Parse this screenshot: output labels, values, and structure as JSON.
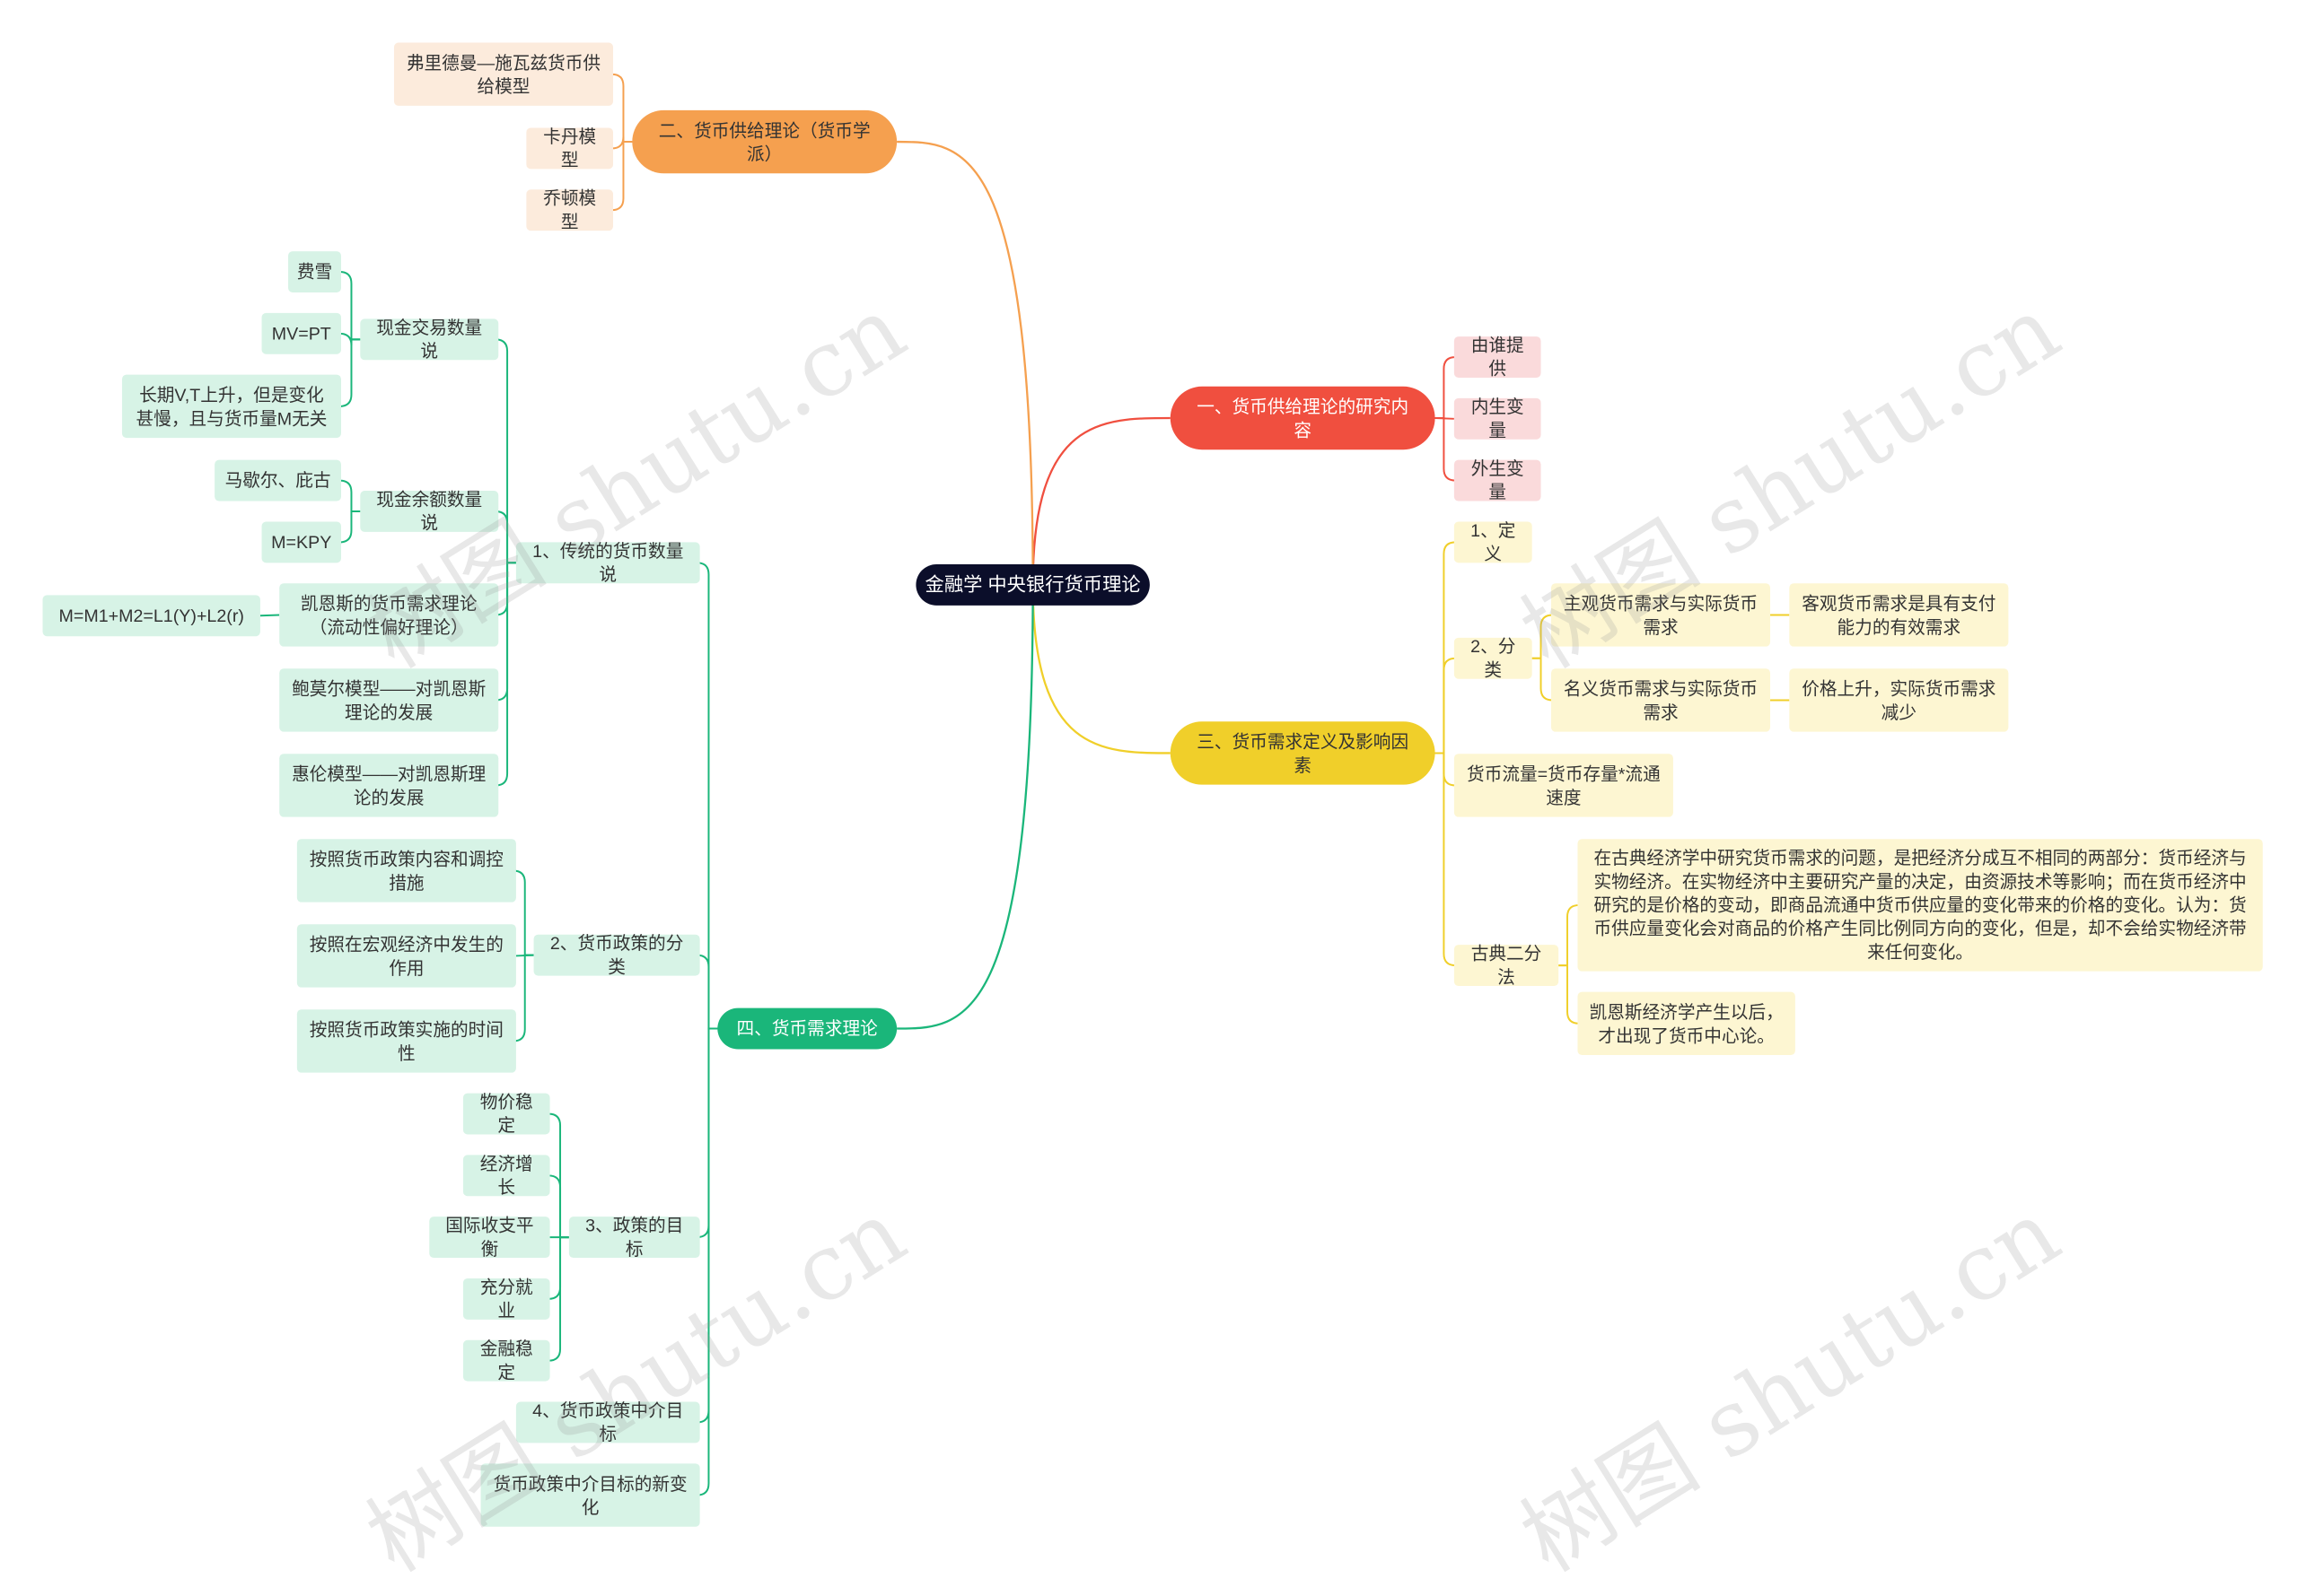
{
  "root": {
    "label": "金融学 中央银行货币理论"
  },
  "colors": {
    "root": "#0b0e2a",
    "b1": "#f04f3f",
    "b2": "#f5a04f",
    "b3": "#f0cf2a",
    "b4": "#1ab67a"
  },
  "watermark": "树图 shutu.cn",
  "branches": {
    "b1": {
      "label": "一、货币供给理论的研究内容",
      "children": [
        "由谁提供",
        "内生变量",
        "外生变量"
      ]
    },
    "b2": {
      "label": "二、货币供给理论（货币学派）",
      "children": [
        "弗里德曼—施瓦兹货币供给模型",
        "卡丹模型",
        "乔顿模型"
      ]
    },
    "b3": {
      "label": "三、货币需求定义及影响因素",
      "definition": "1、定义",
      "classify": {
        "label": "2、分类",
        "items": [
          {
            "label": "主观货币需求与实际货币需求",
            "detail": "客观货币需求是具有支付能力的有效需求"
          },
          {
            "label": "名义货币需求与实际货币需求",
            "detail": "价格上升，实际货币需求减少"
          }
        ]
      },
      "flow": "货币流量=货币存量*流通速度",
      "classic": {
        "label": "古典二分法",
        "items": [
          "在古典经济学中研究货币需求的问题，是把经济分成互不相同的两部分：货币经济与实物经济。在实物经济中主要研究产量的决定，由资源技术等影响；而在货币经济中研究的是价格的变动，即商品流通中货币供应量的变化带来的价格的变化。认为：货币供应量变化会对商品的价格产生同比例同方向的变化，但是，却不会给实物经济带来任何变化。",
          "凯恩斯经济学产生以后，才出现了货币中心论。"
        ]
      }
    },
    "b4": {
      "label": "四、货币需求理论",
      "quantity": {
        "label": "1、传统的货币数量说",
        "cash_trade": {
          "label": "现金交易数量说",
          "items": [
            "费雪",
            "MV=PT",
            "长期V,T上升，但是变化甚慢，且与货币量M无关"
          ]
        },
        "cash_balance": {
          "label": "现金余额数量说",
          "items": [
            "马歇尔、庇古",
            "M=KPY"
          ]
        },
        "keynes": {
          "label": "凯恩斯的货币需求理论（流动性偏好理论）",
          "formula": "M=M1+M2=L1(Y)+L2(r)"
        },
        "baumol": "鲍莫尔模型——对凯恩斯理论的发展",
        "whalen": "惠伦模型——对凯恩斯理论的发展"
      },
      "policy_class": {
        "label": "2、货币政策的分类",
        "items": [
          "按照货币政策内容和调控措施",
          "按照在宏观经济中发生的作用",
          "按照货币政策实施的时间性"
        ]
      },
      "policy_goal": {
        "label": "3、政策的目标",
        "items": [
          "物价稳定",
          "经济增长",
          "国际收支平衡",
          "充分就业",
          "金融稳定"
        ]
      },
      "intermediate": "4、货币政策中介目标",
      "new_change": "货币政策中介目标的新变化"
    }
  }
}
